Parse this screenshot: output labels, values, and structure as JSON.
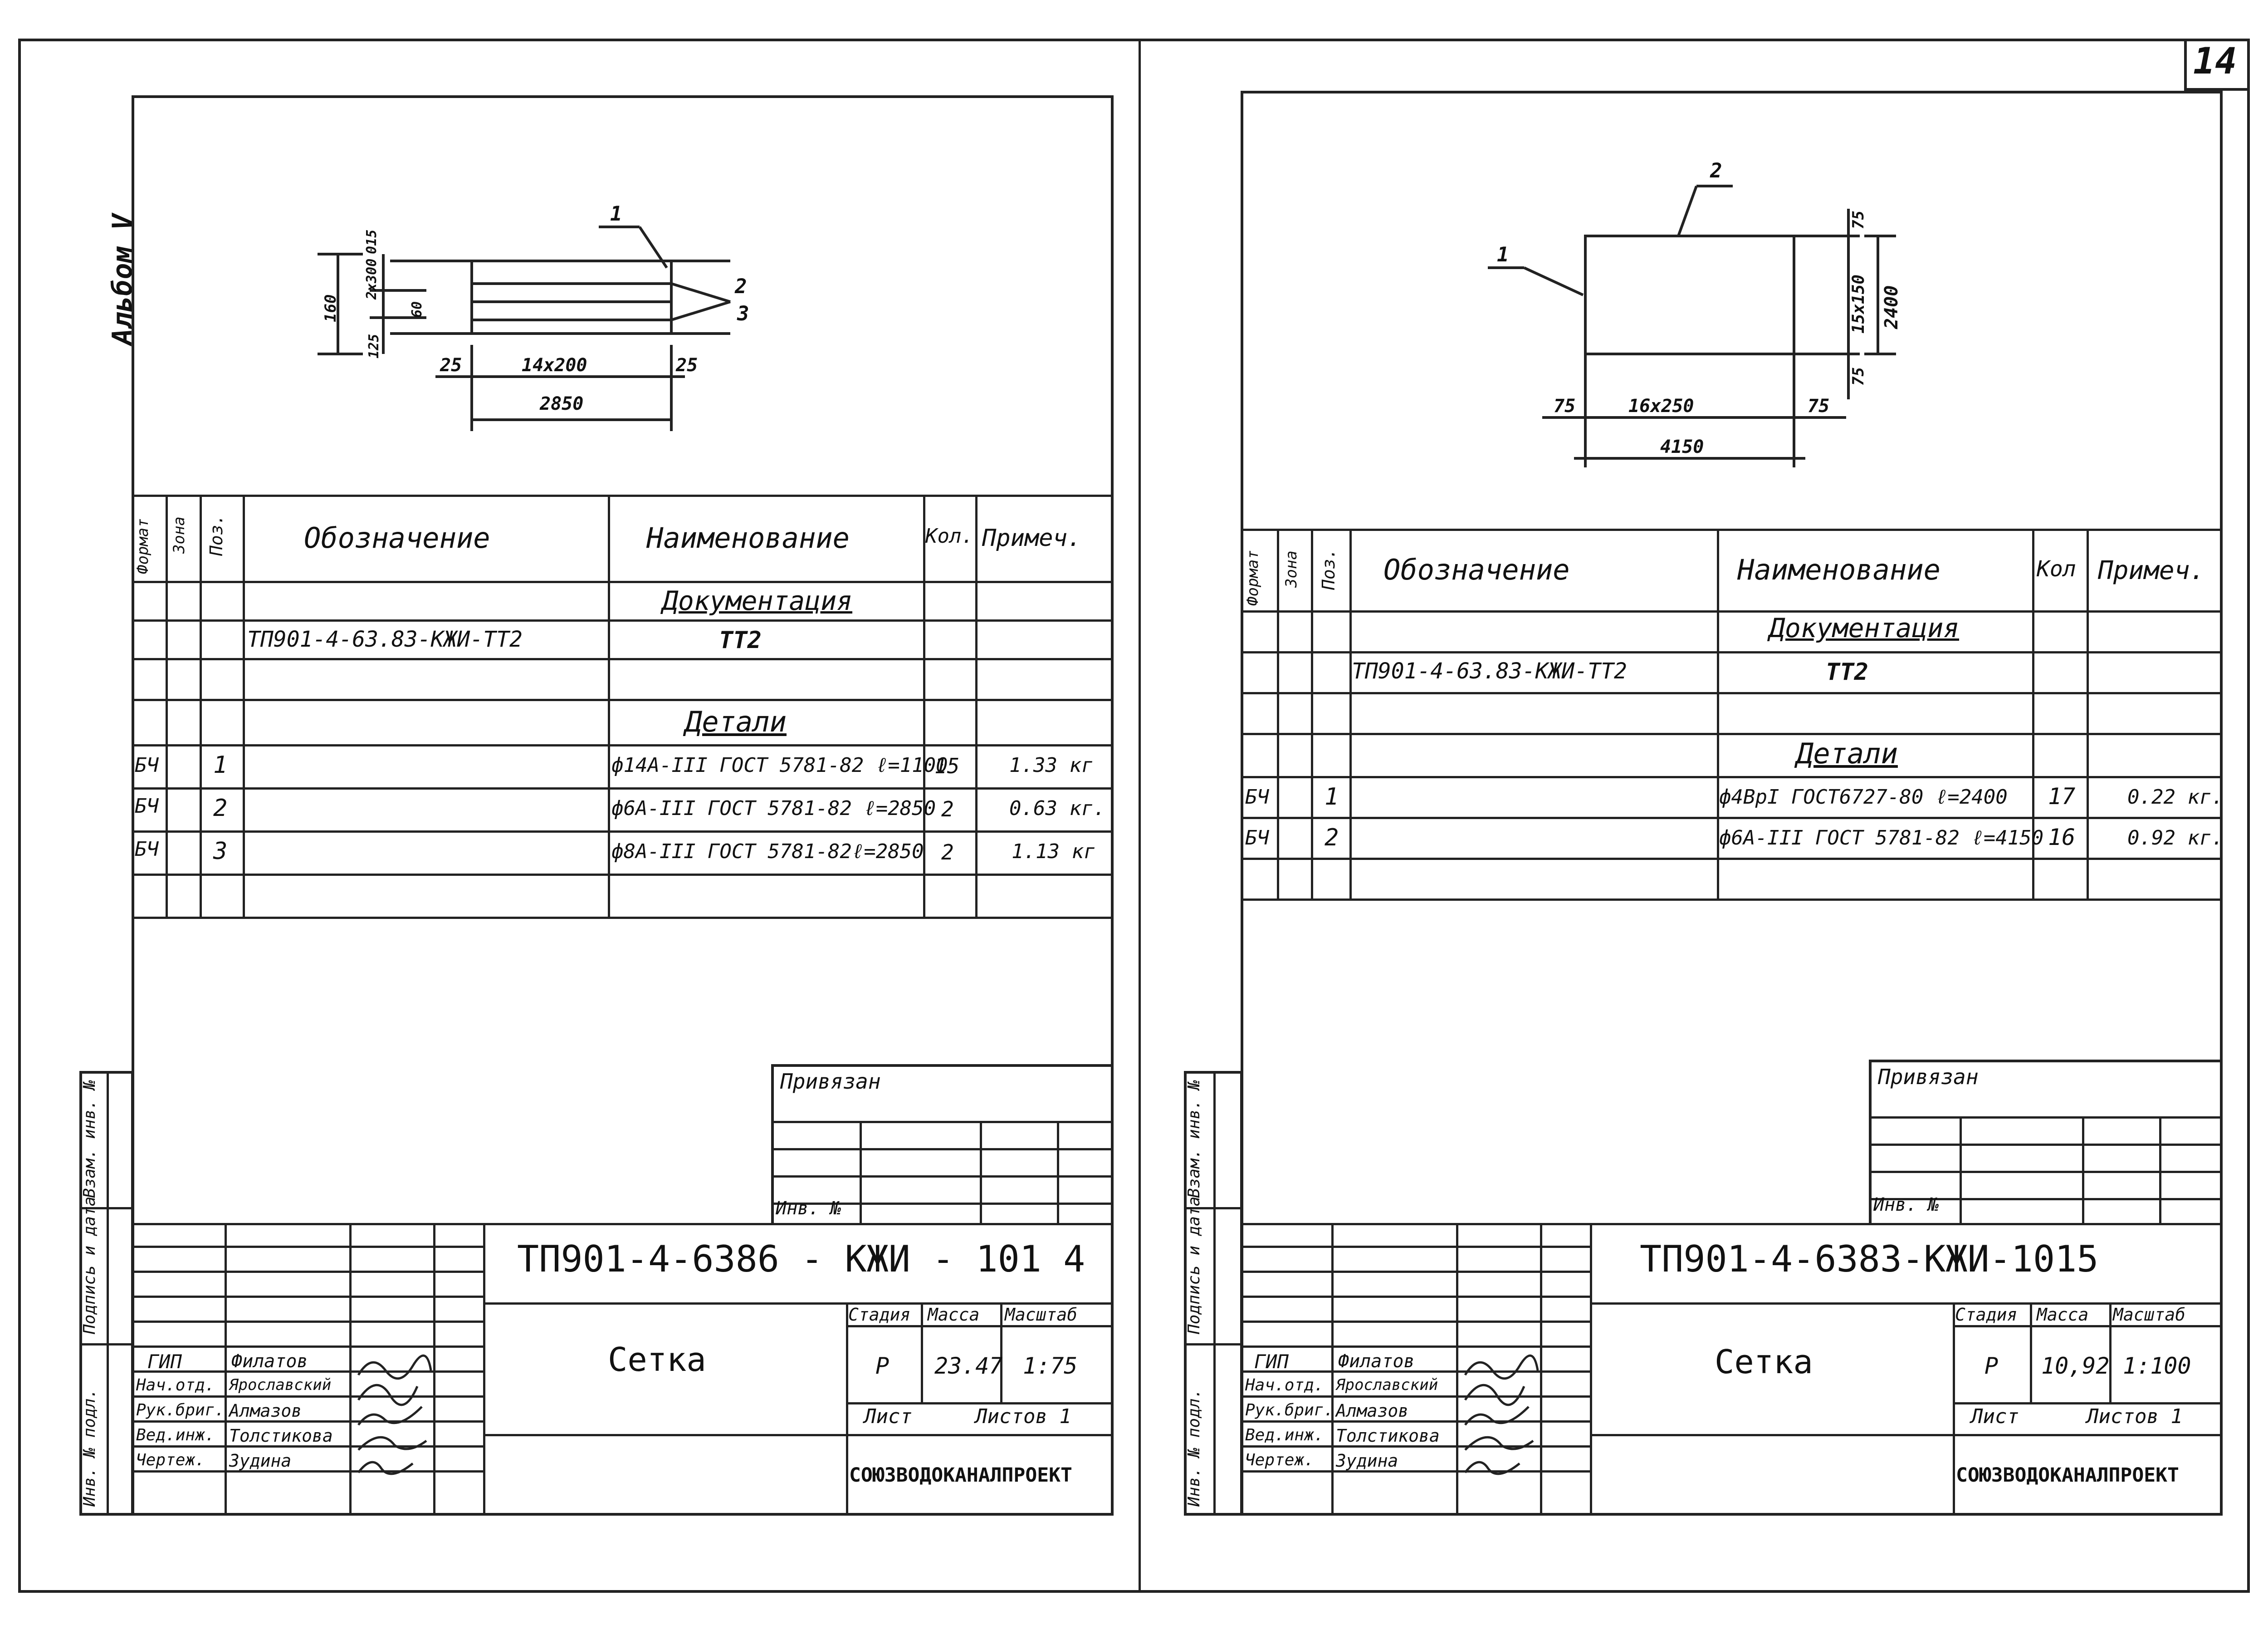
{
  "page_number": "14",
  "album_label": "Альбом V",
  "side_stamp": {
    "inv_podl": "Инв. № подл.",
    "podpis_data": "Подпись и дата",
    "vzam_inv": "Взам. инв. №"
  },
  "spec_headers": {
    "format": "Формат",
    "zona": "Зона",
    "poz": "Поз.",
    "oboznachenie": "Обозначение",
    "naimenovanie": "Наименование",
    "kol_left": "Кол.",
    "kol_right": "Кол",
    "primech": "Примеч."
  },
  "left_sheet": {
    "drawing": {
      "callout_1": "1",
      "callout_2": "2",
      "callout_3": "3",
      "dim_25a": "25",
      "dim_pitch": "14х200",
      "dim_25b": "25",
      "dim_total": "2850",
      "dim_160": "160",
      "dim_2x300": "2х300",
      "dim_60": "60",
      "dim_015": "015",
      "dim_125": "125"
    },
    "spec": {
      "section_docs": "Документация",
      "doc_designation": "ТП901-4-63.83-КЖИ-ТТ2",
      "doc_name": "ТТ2",
      "section_parts": "Детали",
      "rows": [
        {
          "format": "БЧ",
          "pos": "1",
          "name": "ф14А-III ГОСТ 5781-82 ℓ=1100",
          "qty": "15",
          "note": "1.33 кг"
        },
        {
          "format": "БЧ",
          "pos": "2",
          "name": "ф6А-III ГОСТ 5781-82 ℓ=2850",
          "qty": "2",
          "note": "0.63 кг."
        },
        {
          "format": "БЧ",
          "pos": "3",
          "name": "ф8А-III ГОСТ 5781-82ℓ=2850",
          "qty": "2",
          "note": "1.13 кг"
        }
      ]
    },
    "privyazan": "Привязан",
    "inv_no": "Инв. №",
    "title_block": {
      "code": "ТП901-4-6386 - КЖИ - 101 4",
      "name": "Сетка",
      "stadiya_label": "Стадия",
      "massa_label": "Масса",
      "masshtab_label": "Масштаб",
      "stadiya": "Р",
      "massa": "23.47",
      "masshtab": "1:75",
      "list_label": "Лист",
      "listov_label": "Листов 1",
      "org": "СОЮЗВОДОКАНАЛПРОЕКТ",
      "people": [
        {
          "role": "ГИП",
          "name": "Филатов"
        },
        {
          "role": "Нач.отд.",
          "name": "Ярославский"
        },
        {
          "role": "Рук.бриг.",
          "name": "Алмазов"
        },
        {
          "role": "Вед.инж.",
          "name": "Толстикова"
        },
        {
          "role": "Чертеж.",
          "name": "Зудина"
        }
      ]
    }
  },
  "right_sheet": {
    "drawing": {
      "callout_1": "1",
      "callout_2": "2",
      "dim_75a": "75",
      "dim_pitch": "16х250",
      "dim_75b": "75",
      "dim_total": "4150",
      "dim_75c": "75",
      "dim_vpitch": "15х150",
      "dim_75d": "75",
      "dim_2400": "2400"
    },
    "spec": {
      "section_docs": "Документация",
      "doc_designation": "ТП901-4-63.83-КЖИ-ТТ2",
      "doc_name": "ТТ2",
      "section_parts": "Детали",
      "rows": [
        {
          "format": "БЧ",
          "pos": "1",
          "name": "ф4ВрI ГОСТ6727-80 ℓ=2400",
          "qty": "17",
          "note": "0.22 кг."
        },
        {
          "format": "БЧ",
          "pos": "2",
          "name": "ф6А-III ГОСТ 5781-82 ℓ=4150",
          "qty": "16",
          "note": "0.92 кг."
        }
      ]
    },
    "privyazan": "Привязан",
    "inv_no": "Инв. №",
    "title_block": {
      "code": "ТП901-4-6383-КЖИ-1015",
      "name": "Сетка",
      "stadiya_label": "Стадия",
      "massa_label": "Масса",
      "masshtab_label": "Масштаб",
      "stadiya": "Р",
      "massa": "10,92",
      "masshtab": "1:100",
      "list_label": "Лист",
      "listov_label": "Листов 1",
      "org": "СОЮЗВОДОКАНАЛПРОЕКТ",
      "people": [
        {
          "role": "ГИП",
          "name": "Филатов"
        },
        {
          "role": "Нач.отд.",
          "name": "Ярославский"
        },
        {
          "role": "Рук.бриг.",
          "name": "Алмазов"
        },
        {
          "role": "Вед.инж.",
          "name": "Толстикова"
        },
        {
          "role": "Чертеж.",
          "name": "Зудина"
        }
      ]
    }
  }
}
